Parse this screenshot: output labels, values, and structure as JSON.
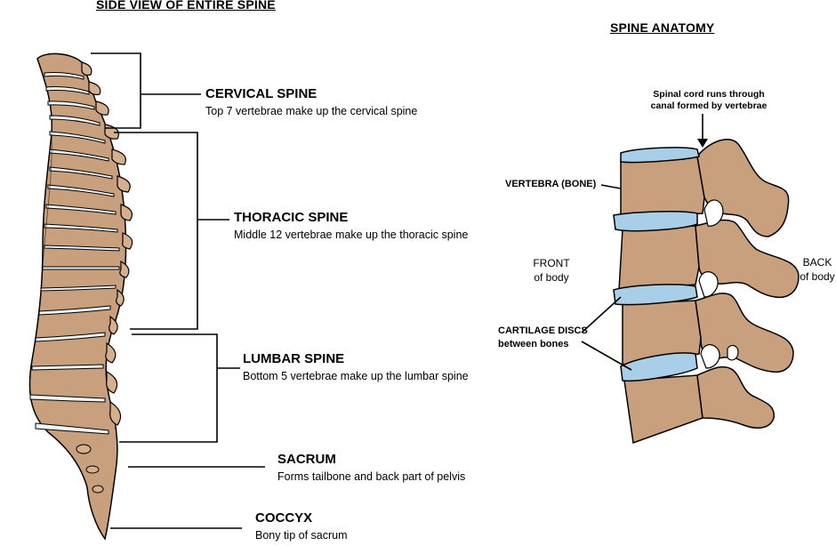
{
  "left_heading": "SIDE VIEW OF ENTIRE SPINE",
  "right_heading": "SPINE ANATOMY",
  "regions": [
    {
      "title": "CERVICAL SPINE",
      "desc": "Top 7 vertebrae make up the cervical spine"
    },
    {
      "title": "THORACIC SPINE",
      "desc": "Middle 12 vertebrae make up the thoracic spine"
    },
    {
      "title": "LUMBAR SPINE",
      "desc": "Bottom 5 vertebrae make up the lumbar spine"
    },
    {
      "title": "SACRUM",
      "desc": "Forms tailbone and back part of pelvis"
    },
    {
      "title": "COCCYX",
      "desc": "Bony tip of sacrum"
    }
  ],
  "anatomy": {
    "cord_note_line1": "Spinal cord runs through",
    "cord_note_line2": "canal formed by vertebrae",
    "vertebra_label": "VERTEBRA (BONE)",
    "front_line1": "FRONT",
    "front_line2": "of body",
    "back_line1": "BACK",
    "back_line2": "of body",
    "discs_line1": "CARTILAGE DISCS",
    "discs_line2": "between bones"
  },
  "colors": {
    "bone": "#c8a07d",
    "bone_dark": "#d2b48c",
    "disc": "#a9cfe8",
    "outline": "#000000"
  }
}
